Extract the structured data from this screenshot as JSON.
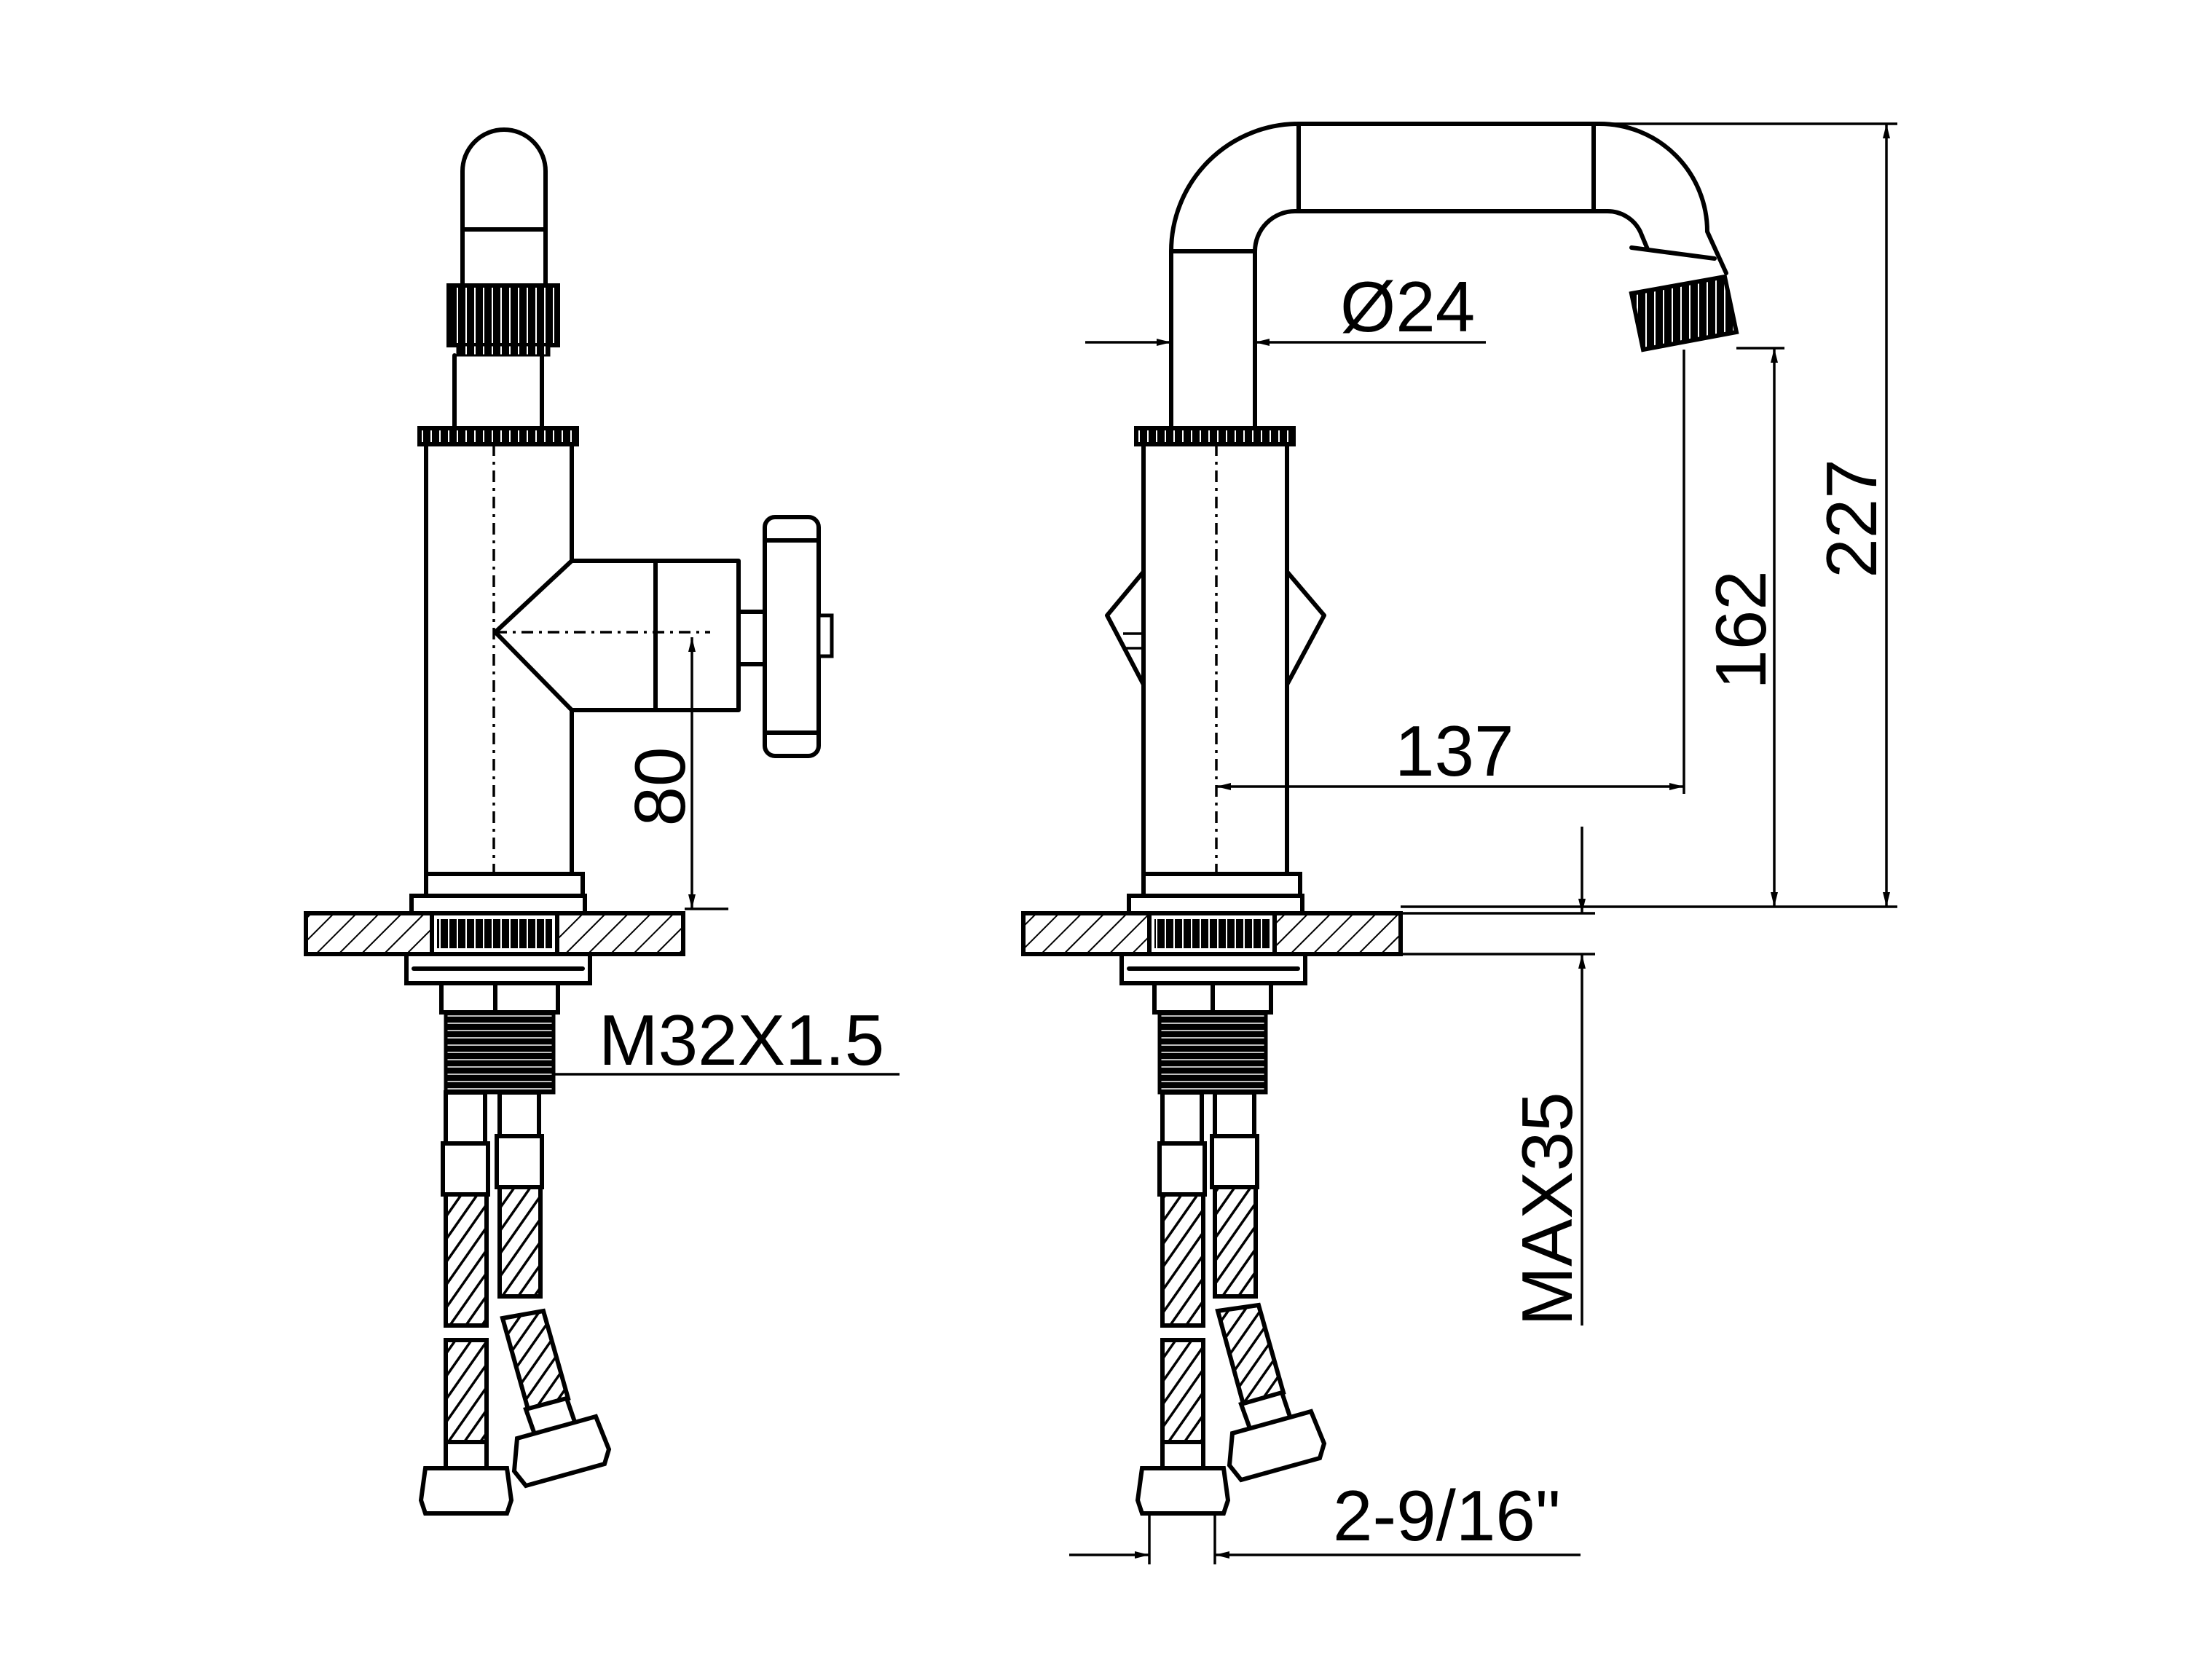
{
  "drawing": {
    "stroke_color": "#000000",
    "background": "#ffffff",
    "dimensions": {
      "handle_height": "80",
      "thread_size": "M32X1.5",
      "spout_diameter": "Ø24",
      "reach": "137",
      "outlet_height": "162",
      "total_height": "227",
      "max_deck_thickness": "MAX35",
      "hose_spacing": "2-9/16\""
    }
  }
}
